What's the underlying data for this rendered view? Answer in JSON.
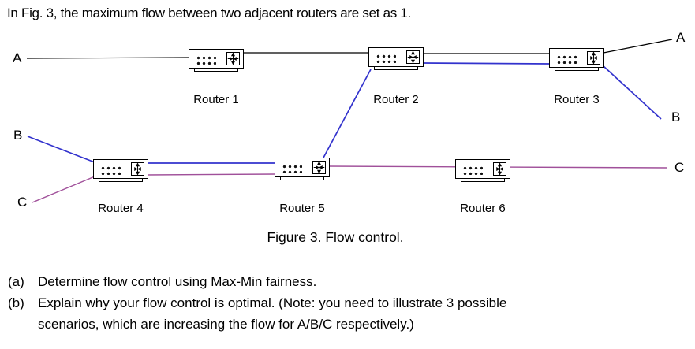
{
  "intro": "In Fig. 3, the maximum flow between two adjacent routers are set as 1.",
  "diagram": {
    "routers": [
      {
        "label": "Router 1"
      },
      {
        "label": "Router 2"
      },
      {
        "label": "Router 3"
      },
      {
        "label": "Router 4"
      },
      {
        "label": "Router 5"
      },
      {
        "label": "Router 6"
      }
    ],
    "endpoints": {
      "a_left": "A",
      "a_right": "A",
      "b_left": "B",
      "b_right": "B",
      "c_left": "C",
      "c_right": "C"
    },
    "colors": {
      "link-black": "#000000",
      "link-blue": "#3232cd",
      "link-purple": "#a0509a"
    },
    "flows": [
      {
        "name": "A",
        "color": "black",
        "path": "A - Router 1 - Router 2 - Router 3 - A"
      },
      {
        "name": "B",
        "color": "blue",
        "path": "B - Router 4 - Router 5 - Router 2 - Router 3 - B"
      },
      {
        "name": "C",
        "color": "purple",
        "path": "C - Router 4 - Router 5 - Router 6 - C"
      }
    ],
    "caption": "Figure 3. Flow control."
  },
  "questions": [
    {
      "label": "(a)",
      "lines": [
        "Determine flow control using Max-Min fairness."
      ]
    },
    {
      "label": "(b)",
      "lines": [
        "Explain why your flow control is optimal. (Note: you need to illustrate 3 possible",
        "scenarios, which are increasing the flow for A/B/C respectively.)"
      ]
    }
  ]
}
